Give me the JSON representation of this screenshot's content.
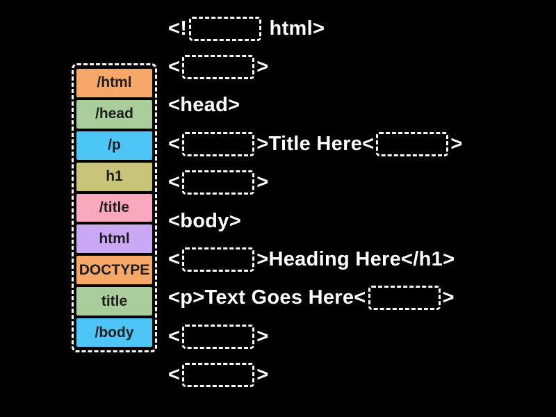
{
  "colors": {
    "background": "#000000",
    "code_text": "#ffffff",
    "blank_border": "#ffffff",
    "panel_border": "#ffffff",
    "tile_text": "#1e1e1e",
    "orange": "#F7A868",
    "green": "#A9CE9B",
    "blue": "#4EC5F7",
    "olive": "#C8C578",
    "pink": "#FAA8BD",
    "purple": "#CBA8F5"
  },
  "tile_panel": {
    "tiles": [
      {
        "label": "/html",
        "color": "#F7A868"
      },
      {
        "label": "/head",
        "color": "#A9CE9B"
      },
      {
        "label": "/p",
        "color": "#4EC5F7"
      },
      {
        "label": "h1",
        "color": "#C8C578"
      },
      {
        "label": "/title",
        "color": "#FAA8BD"
      },
      {
        "label": "html",
        "color": "#CBA8F5"
      },
      {
        "label": "DOCTYPE",
        "color": "#F7A868"
      },
      {
        "label": "title",
        "color": "#A9CE9B"
      },
      {
        "label": "/body",
        "color": "#4EC5F7"
      }
    ]
  },
  "code_lines": [
    {
      "segments": [
        {
          "text": "<!"
        },
        {
          "blank": true
        },
        {
          "text": " html>"
        }
      ]
    },
    {
      "segments": [
        {
          "text": "<"
        },
        {
          "blank": true
        },
        {
          "text": ">"
        }
      ]
    },
    {
      "segments": [
        {
          "text": "<head>"
        }
      ]
    },
    {
      "segments": [
        {
          "text": "<"
        },
        {
          "blank": true
        },
        {
          "text": ">Title Here<"
        },
        {
          "blank": true
        },
        {
          "text": ">"
        }
      ]
    },
    {
      "segments": [
        {
          "text": "<"
        },
        {
          "blank": true
        },
        {
          "text": ">"
        }
      ]
    },
    {
      "segments": [
        {
          "text": "<body>"
        }
      ]
    },
    {
      "segments": [
        {
          "text": "<"
        },
        {
          "blank": true
        },
        {
          "text": ">Heading Here</h1>"
        }
      ]
    },
    {
      "segments": [
        {
          "text": "<p>Text Goes Here<"
        },
        {
          "blank": true
        },
        {
          "text": ">"
        }
      ]
    },
    {
      "segments": [
        {
          "text": "<"
        },
        {
          "blank": true
        },
        {
          "text": ">"
        }
      ]
    },
    {
      "segments": [
        {
          "text": "<"
        },
        {
          "blank": true
        },
        {
          "text": ">"
        }
      ]
    }
  ]
}
